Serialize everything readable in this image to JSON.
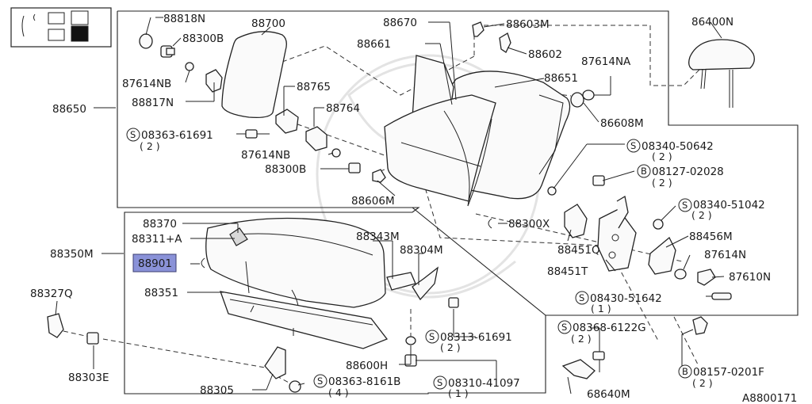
{
  "labels": {
    "p88818N": "88818N",
    "p88300B_a": "88300B",
    "p88700": "88700",
    "p87614NB_a": "87614NB",
    "p88817N": "88817N",
    "p88765": "88765",
    "p88764": "88764",
    "p88650": "88650",
    "p08363_61691": "08363-61691",
    "p08363_61691_qty": "( 2 )",
    "p87614NB_b": "87614NB",
    "p88300B_b": "88300B",
    "p88670": "88670",
    "p88661": "88661",
    "p88603M": "88603M",
    "p88602": "88602",
    "p88651": "88651",
    "p87614NA": "87614NA",
    "p86400N": "86400N",
    "p86608M": "86608M",
    "p08340_50642": "08340-50642",
    "p08340_50642_qty": "( 2 )",
    "p08127_02028": "08127-02028",
    "p08127_02028_qty": "( 2 )",
    "p88606M": "88606M",
    "p88300X": "88300X",
    "p08340_51042": "08340-51042",
    "p08340_51042_qty": "( 2 )",
    "p88456M": "88456M",
    "p88451Q": "88451Q",
    "p87614N": "87614N",
    "p87610N": "87610N",
    "p88451T": "88451T",
    "p08430_51642": "08430-51642",
    "p08430_51642_qty": "( 1 )",
    "p88370": "88370",
    "p88311A": "88311+A",
    "p88350M": "88350M",
    "p88901": "88901",
    "p88343M": "88343M",
    "p88304M": "88304M",
    "p88351": "88351",
    "p88327Q": "88327Q",
    "p08313_61691": "08313-61691",
    "p08313_61691_qty": "( 2 )",
    "p08368_6122G": "08368-6122G",
    "p08368_6122G_qty": "( 2 )",
    "p88303E": "88303E",
    "p88600H": "88600H",
    "p08310_41097": "08310-41097",
    "p08310_41097_qty": "( 1 )",
    "p08157_0201F": "08157-0201F",
    "p08157_0201F_qty": "( 2 )",
    "p88305": "88305",
    "p08363_8161B": "08363-8161B",
    "p08363_8161B_qty": "( 4 )",
    "p68640M": "68640M",
    "ref_code": "A8800171"
  },
  "symbols": {
    "screw_s": "S",
    "bolt_b": "B"
  },
  "highlight_color": "#8a92d8",
  "icons": [
    "seat-layout-icon",
    "clip-icon",
    "bolt-icon",
    "screw-icon",
    "washer-icon"
  ]
}
